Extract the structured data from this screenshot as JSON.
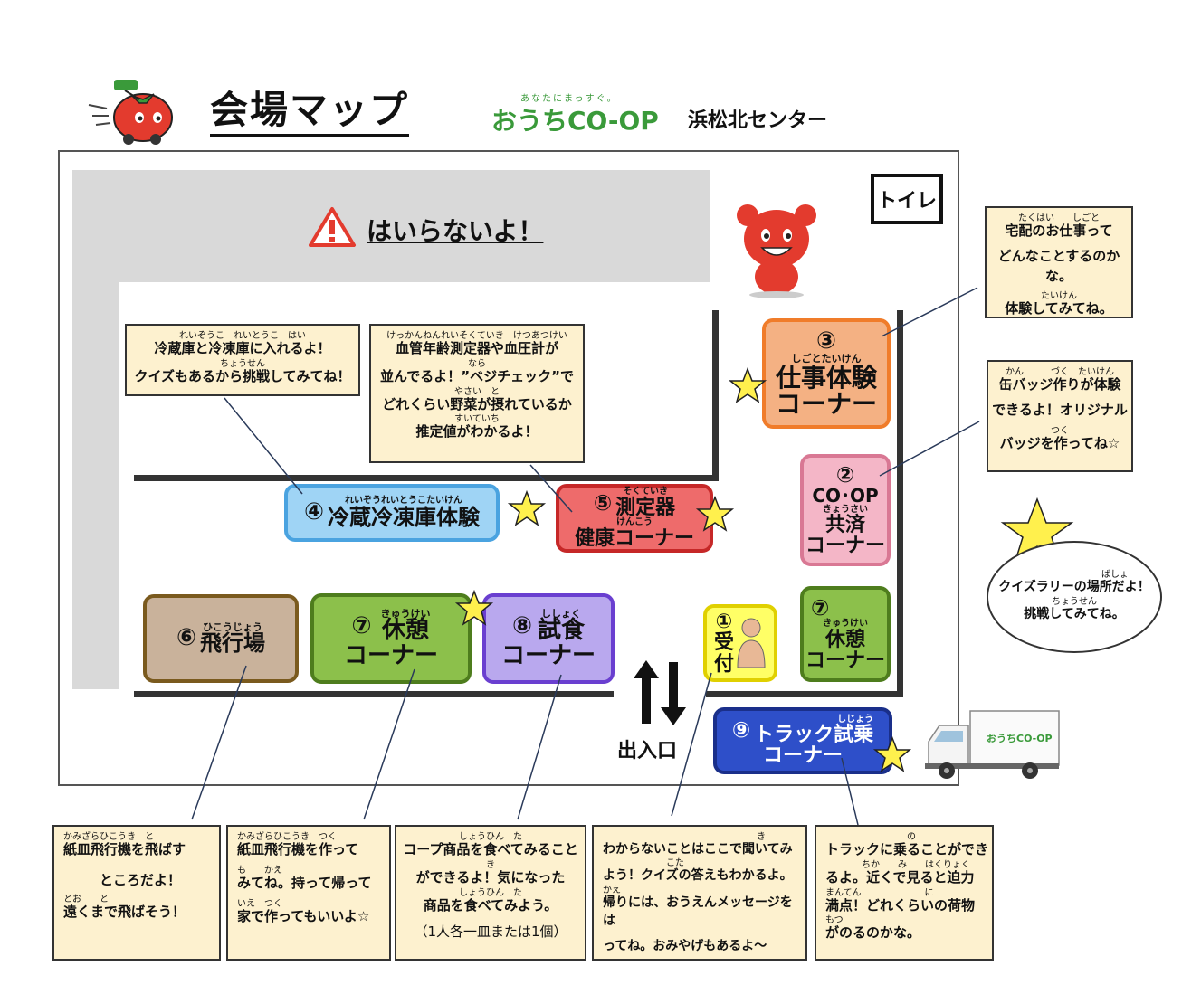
{
  "header": {
    "title": "会場マップ",
    "brand_small": "あなたにまっすぐ。",
    "brand": "おうちCO-OP",
    "center": "浜松北センター"
  },
  "no_entry": {
    "text": "はいらないよ！"
  },
  "toilet": {
    "label": "トイレ"
  },
  "corners": {
    "reception": {
      "num": "①",
      "line1": "受",
      "line2": "付"
    },
    "kyosai": {
      "num": "②",
      "line1": "CO･OP",
      "ruby": "きょうさい",
      "line2": "共済",
      "line3": "コーナー"
    },
    "work": {
      "num": "③",
      "ruby": "しごとたいけん",
      "line1": "仕事体験",
      "line2": "コーナー"
    },
    "fridge": {
      "num": "④",
      "ruby": "れいぞうれいとうこたいけん",
      "line1": "冷蔵冷凍庫体験"
    },
    "measure": {
      "num": "⑤",
      "ruby1": "そくていき",
      "line1": "測定器",
      "ruby2": "けんこう",
      "line2": "健康コーナー"
    },
    "airfield": {
      "num": "⑥",
      "ruby": "ひこうじょう",
      "line1": "飛行場"
    },
    "rest_left": {
      "num": "⑦",
      "ruby": "きゅうけい",
      "line1": "休憩",
      "line2": "コーナー"
    },
    "rest_right": {
      "num": "⑦",
      "ruby": "きゅうけい",
      "line1": "休憩",
      "line2": "コーナー"
    },
    "tasting": {
      "num": "⑧",
      "ruby": "ししょく",
      "line1": "試食",
      "line2": "コーナー"
    },
    "truck": {
      "num": "⑨",
      "ruby": "しじょう",
      "line1": "トラック試乗",
      "line2": "コーナー"
    }
  },
  "exit": {
    "label": "出入口"
  },
  "truck_logo": "おうちCO-OP",
  "notes": {
    "fridge": {
      "ruby1": "れいぞうこ　れいとうこ　はい",
      "l1": "冷蔵庫と冷凍庫に入れるよ！",
      "ruby2": "ちょうせん",
      "l2": "クイズもあるから挑戦してみてね！"
    },
    "measure": {
      "ruby1": "けっかんねんれいそくていき　けつあつけい",
      "l1": "血管年齢測定器や血圧計が",
      "ruby2": "なら",
      "l2": "並んでるよ！”ベジチェック”で",
      "ruby3": "やさい　と",
      "l3": "どれくらい野菜が摂れているか",
      "ruby4": "すいていち",
      "l4": "推定値がわかるよ！"
    },
    "work": {
      "ruby1": "たくはい　　しごと",
      "l1": "宅配のお仕事って",
      "l2": "どんなことするのかな。",
      "ruby3": "たいけん",
      "l3": "体験してみてね。"
    },
    "kyosai": {
      "ruby1": "かん　　　づく　たいけん",
      "l1": "缶バッジ作りが体験",
      "l2": "できるよ！オリジナル",
      "ruby3": "つく",
      "l3": "バッジを作ってね☆"
    },
    "quiz": {
      "ruby1": "ばしょ",
      "l1": "クイズラリーの場所だよ！",
      "ruby2": "ちょうせん",
      "l2": "挑戦してみてね。"
    },
    "airfield": {
      "ruby1": "かみざらひこうき　と",
      "l1": "紙皿飛行機を飛ばす",
      "l2": "ところだよ！",
      "ruby3": "とお　　と",
      "l3": "遠くまで飛ばそう！"
    },
    "rest": {
      "ruby1": "かみざらひこうき　つく",
      "l1": "紙皿飛行機を作って",
      "ruby2": "も　　かえ",
      "l2": "みてね。持って帰って",
      "ruby3": "いえ　つく",
      "l3": "家で作ってもいいよ☆"
    },
    "tasting": {
      "ruby1": "しょうひん　た",
      "l1": "コープ商品を食べてみること",
      "ruby2": "き",
      "l2": "ができるよ！気になった",
      "ruby3": "しょうひん　た",
      "l3": "商品を食べてみよう。",
      "l4": "（1人各一皿または1個）"
    },
    "reception": {
      "ruby1": "き",
      "l1": "わからないことはここで聞いてみ",
      "ruby2": "こた",
      "l2": "よう！クイズの答えもわかるよ。",
      "ruby3": "かえ",
      "l3": "帰りには、おうえんメッセージをは",
      "l4": "ってね。おみやげもあるよ〜"
    },
    "truck": {
      "ruby1": "の",
      "l1": "トラックに乗ることができ",
      "ruby2": "ちか　　み　　はくりょく",
      "l2": "るよ。近くで見ると迫力",
      "ruby3": "まんてん　　　　　　　に",
      "l3": "満点！どれくらいの荷物",
      "ruby4": "もつ",
      "l4": "がのるのかな。"
    }
  },
  "colors": {
    "work": "#f4b183",
    "kyosai": "#f4b6c7",
    "fridge": "#9fd4f5",
    "measure": "#ee6b6b",
    "airfield": "#c9b29b",
    "rest": "#8cc04b",
    "tasting": "#b9a8ee",
    "reception": "#ffff66",
    "truck": "#2e4fc9",
    "star": "#fff04d",
    "note": "#fdf1cf"
  }
}
